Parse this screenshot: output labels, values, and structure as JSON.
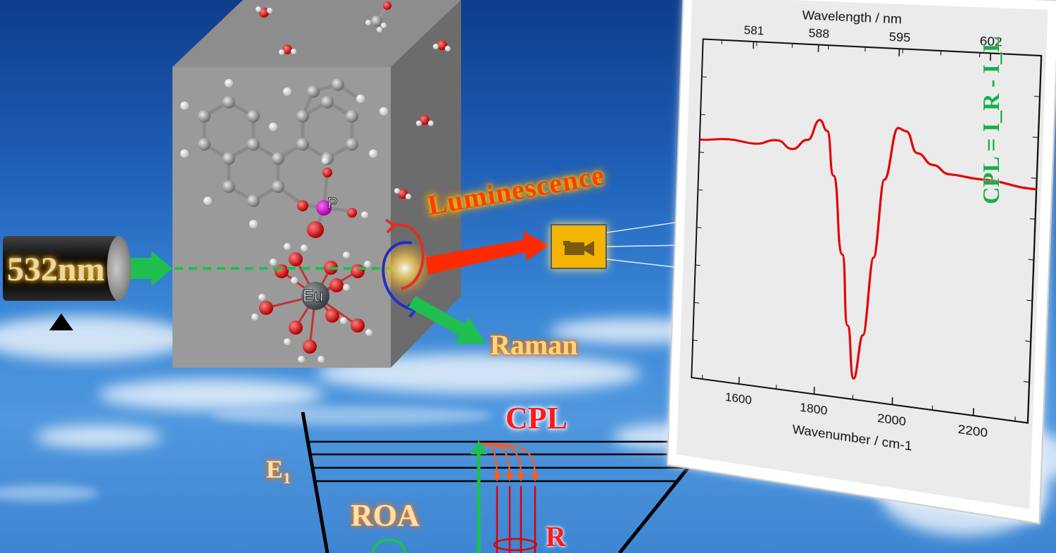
{
  "laser": {
    "label": "532nm"
  },
  "molecule": {
    "atom_p": "P",
    "atom_eu": "Eu"
  },
  "labels": {
    "luminescence": "Luminescence",
    "raman": "Raman",
    "cpl": "CPL",
    "roa": "ROA",
    "e1_main": "E",
    "e1_sub": "1",
    "r": "R",
    "cpl_equation": "CPL = I_R - I_L"
  },
  "spectrum": {
    "top_axis_title": "Wavelength / nm",
    "bottom_axis_title": "Wavenumber / cm-1",
    "top_ticks": [
      "581",
      "588",
      "595",
      "602"
    ],
    "bottom_ticks": [
      "1600",
      "1800",
      "2000",
      "2200"
    ]
  },
  "chart_data": {
    "type": "line",
    "title": "",
    "xlabel": "Wavenumber / cm-1",
    "x2label": "Wavelength / nm",
    "ylabel": "",
    "xlim": [
      1470,
      2330
    ],
    "x_ticks": [
      1600,
      1800,
      2000,
      2200
    ],
    "x2_ticks": [
      581,
      588,
      595,
      602
    ],
    "series": [
      {
        "color": "#e00000",
        "x": [
          1470,
          1550,
          1620,
          1680,
          1720,
          1760,
          1790,
          1810,
          1830,
          1860,
          1880,
          1900,
          1920,
          1940,
          1960,
          1990,
          2010,
          2040,
          2080,
          2120,
          2200,
          2330
        ],
        "y": [
          0.05,
          0.06,
          0.05,
          0.07,
          0.04,
          0.08,
          0.16,
          0.12,
          -0.05,
          -0.35,
          -0.62,
          -0.82,
          -0.65,
          -0.35,
          -0.05,
          0.15,
          0.14,
          0.06,
          0.02,
          -0.01,
          -0.02,
          -0.04
        ]
      }
    ]
  },
  "colors": {
    "laser_green": "#1fbf4f",
    "luminescence_red": "#ff2a00",
    "spectrum_line": "#e00000",
    "camera_fill": "#f5b400",
    "equation_green": "#16b04a"
  }
}
